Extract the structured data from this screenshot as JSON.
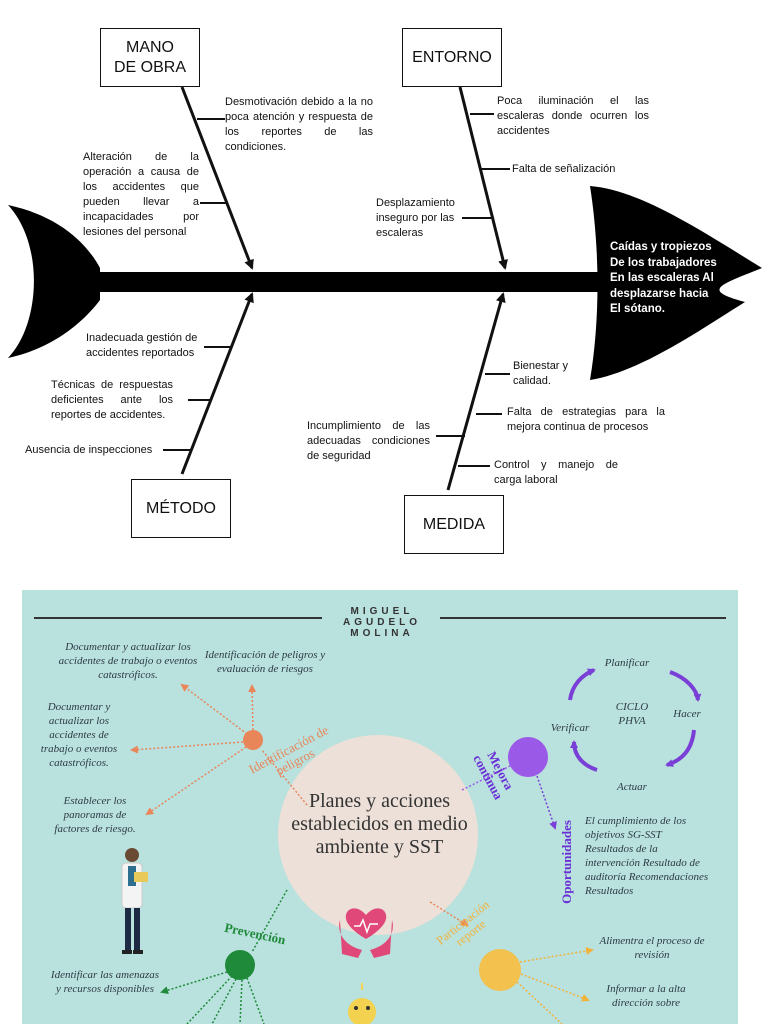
{
  "fishbone": {
    "categories": {
      "mano_obra": "MANO\nDE OBRA",
      "entorno": "ENTORNO",
      "metodo": "MÉTODO",
      "medida": "MEDIDA"
    },
    "causes": {
      "desmotivacion": "Desmotivación debido a la no poca atención y respuesta de los reportes de las condiciones.",
      "alteracion": "Alteración de la operación a causa de los accidentes que pueden llevar a incapacidades por lesiones del personal",
      "poca_iluminacion": "Poca iluminación el las escaleras donde ocurren los accidentes",
      "falta_senalizacion": "Falta de señalización",
      "desplazamiento": "Desplazamiento inseguro por las escaleras",
      "inadecuada_gestion": "Inadecuada gestión de accidentes reportados",
      "tecnicas": "Técnicas de respuestas deficientes ante los reportes de accidentes.",
      "ausencia": "Ausencia de inspecciones",
      "bienestar": "Bienestar y calidad.",
      "falta_estrategias": "Falta de estrategias para la mejora continua de procesos",
      "incumplimiento": "Incumplimiento de las adecuadas condiciones de seguridad",
      "control": "Control y manejo de carga laboral"
    },
    "effect": "Caídas y tropiezos De los trabajadores En las escaleras Al desplazarse hacia El sótano."
  },
  "infographic": {
    "author": "MIGUEL AGUDELO MOLINA",
    "title": "Planes y acciones establecidos en medio ambiente y SST",
    "branches": {
      "identificacion": "Identificación de peligros",
      "mejora": "Mejora continua",
      "oportunidades": "Oportunidades",
      "prevencion": "Prevención",
      "participacion": "Participación reporte"
    },
    "identificacion_items": [
      "Documentar y actualizar los accidentes de trabajo o eventos catastróficos.",
      "Identificación de peligros y evaluación de riesgos",
      "Documentar y actualizar los accidentes de trabajo o eventos catastróficos.",
      "Establecer los panoramas de factores de riesgo."
    ],
    "phva": {
      "center": "CICLO PHVA",
      "planificar": "Planificar",
      "hacer": "Hacer",
      "actuar": "Actuar",
      "verificar": "Verificar"
    },
    "oportunidades_text": "El cumplimiento de los objetivos SG-SST Resultados de la intervención Resultado de auditoría Recomendaciones Resultados",
    "prevencion_items": [
      "Identificar las amenazas y recursos disponibles"
    ],
    "participacion_items": [
      "Alimentra el proceso de revisión",
      "Informar a la alta dirección sobre"
    ],
    "colors": {
      "background": "#b9e1de",
      "identificacion": "#e8865a",
      "mejora": "#9b59e8",
      "prevencion": "#1f8a3a",
      "participacion": "#f2c14e",
      "heart": "#e0487a"
    }
  }
}
